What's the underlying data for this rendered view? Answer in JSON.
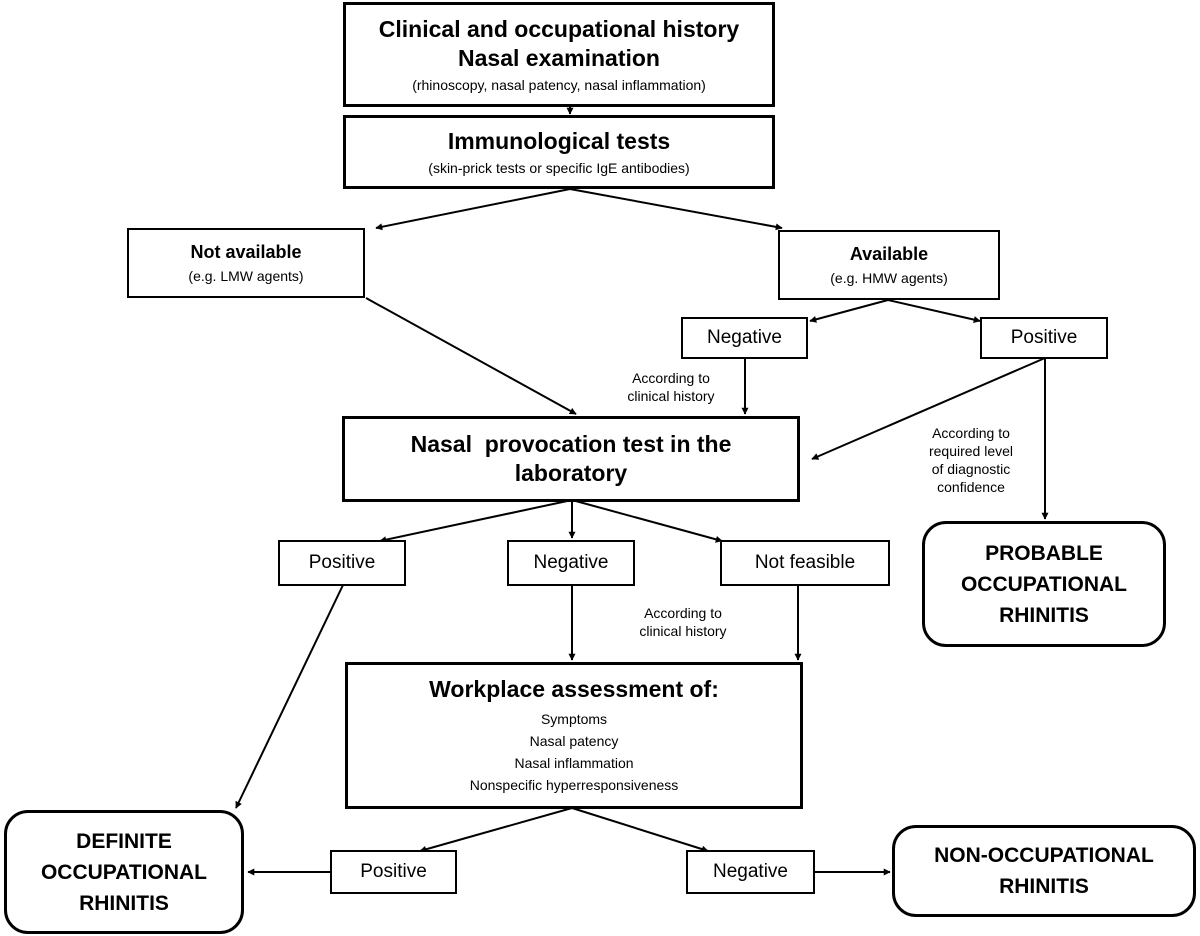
{
  "history": {
    "line1": "Clinical and occupational history",
    "line2": "Nasal examination",
    "detail": "(rhinoscopy, nasal patency, nasal inflammation)"
  },
  "immuno": {
    "title": "Immunological tests",
    "detail": "(skin-prick tests or specific IgE antibodies)"
  },
  "not_available": {
    "title": "Not available",
    "detail": "(e.g. LMW agents)"
  },
  "available": {
    "title": "Available",
    "detail": "(e.g. HMW agents)"
  },
  "immuno_negative": "Negative",
  "immuno_positive": "Positive",
  "note_clinical_1": {
    "line1": "According to",
    "line2": "clinical history"
  },
  "note_confidence": {
    "line1": "According to",
    "line2": "required level",
    "line3": "of diagnostic",
    "line4": "confidence"
  },
  "nasal_test": {
    "line1": "Nasal  provocation test in the",
    "line2": "laboratory"
  },
  "npt_positive": "Positive",
  "npt_negative": "Negative",
  "npt_not_feasible": "Not feasible",
  "note_clinical_2": {
    "line1": "According to",
    "line2": "clinical history"
  },
  "probable": {
    "line1": "PROBABLE",
    "line2": "OCCUPATIONAL",
    "line3": "RHINITIS"
  },
  "workplace": {
    "title": "Workplace assessment of:",
    "items": [
      "Symptoms",
      "Nasal patency",
      "Nasal inflammation",
      "Nonspecific hyperresponsiveness"
    ]
  },
  "definite": {
    "line1": "DEFINITE",
    "line2": "OCCUPATIONAL",
    "line3": "RHINITIS"
  },
  "wp_positive": "Positive",
  "wp_negative": "Negative",
  "non_occupational": {
    "line1": "NON-OCCUPATIONAL",
    "line2": "RHINITIS"
  }
}
